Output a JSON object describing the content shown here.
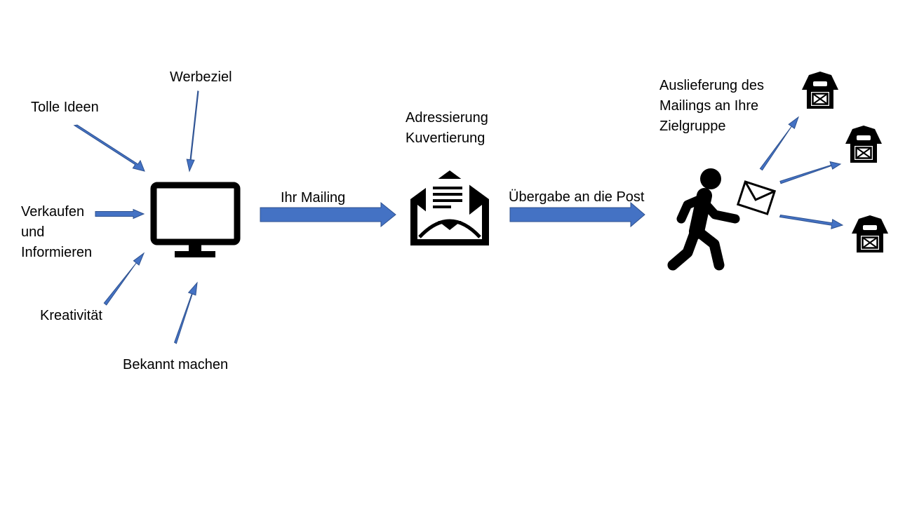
{
  "colors": {
    "arrow_fill": "#4472C4",
    "arrow_stroke": "#2F528F",
    "icon": "#000000",
    "background": "#FFFFFF"
  },
  "labels": {
    "tolle_ideen": "Tolle Ideen",
    "werbeziel": "Werbeziel",
    "verkaufen_informieren": "Verkaufen\nund\nInformieren",
    "kreativitaet": "Kreativität",
    "bekannt_machen": "Bekannt machen",
    "ihr_mailing": "Ihr Mailing",
    "adressierung_kuvertierung": "Adressierung\nKuvertierung",
    "uebergabe_post": "Übergabe an die Post",
    "auslieferung": "Auslieferung des\nMailings an Ihre\nZielgruppe"
  },
  "icons": {
    "computer": "monitor-icon",
    "envelope": "open-envelope-icon",
    "courier": "walking-person-icon",
    "letter": "letter-icon",
    "recipients": [
      "barn-icon",
      "barn-icon",
      "barn-icon"
    ]
  }
}
